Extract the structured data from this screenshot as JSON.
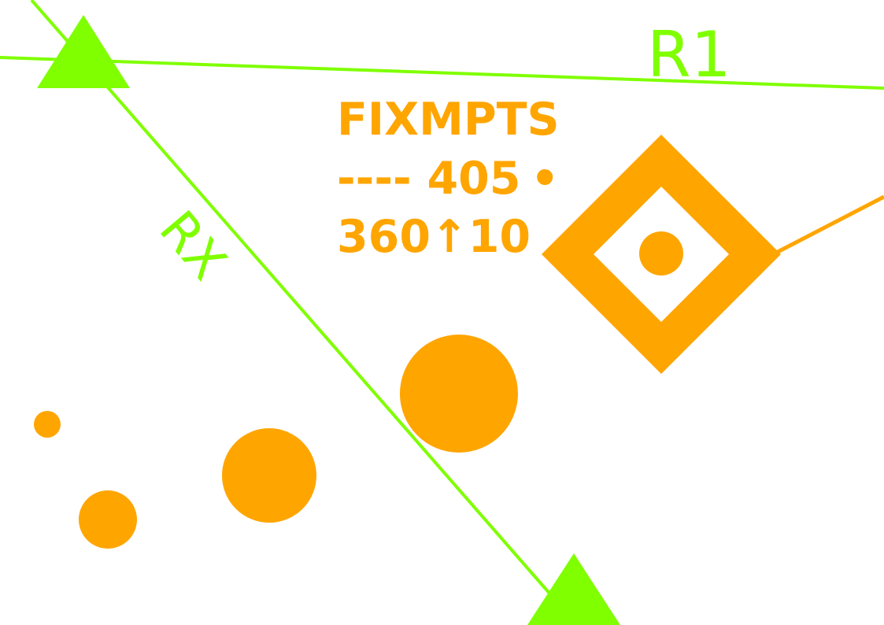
{
  "colors": {
    "route": "#7FFF00",
    "fix": "#FFA500",
    "background": "#FFFFFF"
  },
  "routes": [
    {
      "name": "R1"
    },
    {
      "name": "RX"
    }
  ],
  "fix_info": {
    "title": "FIXMPTS",
    "line2_prefix": "---- 405",
    "line2_bullet": "•",
    "line3": "360↑10"
  },
  "icons": {
    "route_markers": "triangle-icon",
    "fix_symbol": "diamond-fix-icon",
    "points": "circle-icon"
  }
}
